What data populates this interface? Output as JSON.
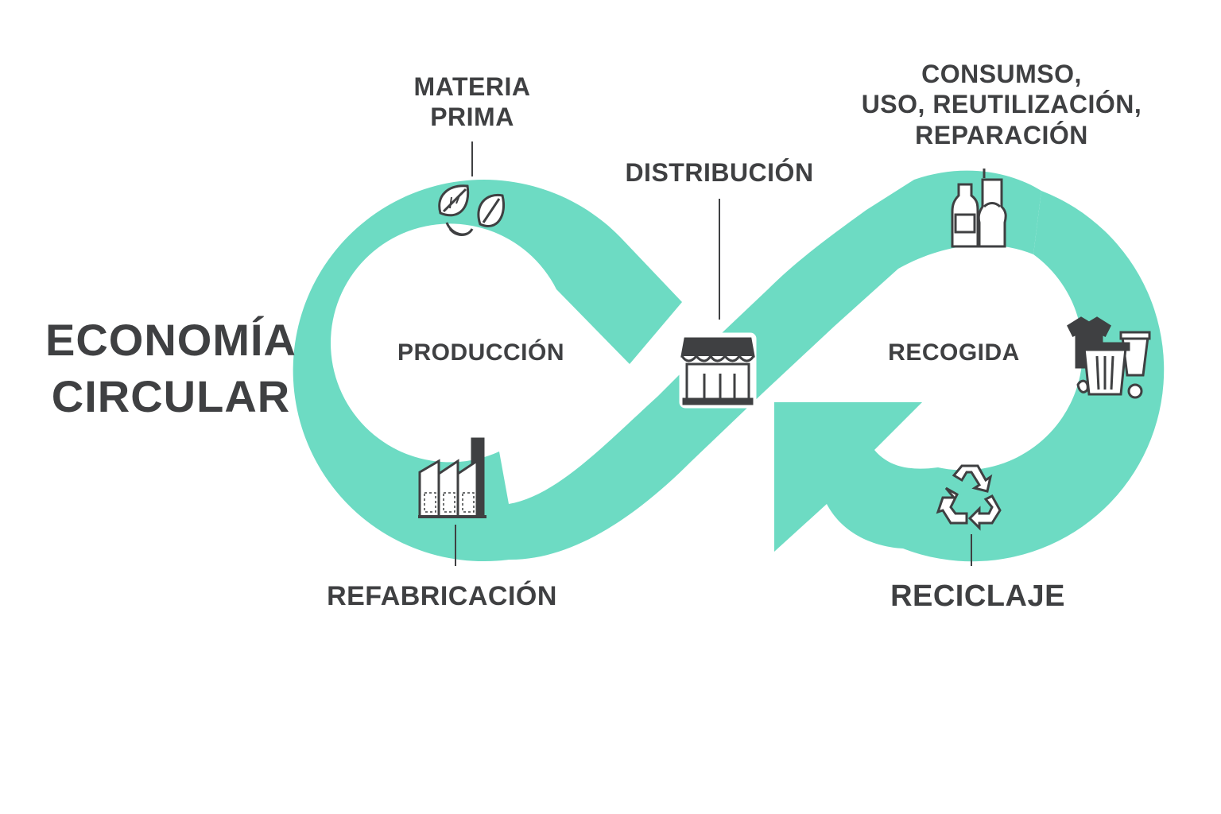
{
  "title": {
    "line1": "ECONOMÍA",
    "line2": "CIRCULAR"
  },
  "stages": {
    "materia_prima": {
      "line1": "MATERIA",
      "line2": "PRIMA"
    },
    "produccion": "PRODUCCIÓN",
    "distribucion": "DISTRIBUCIÓN",
    "consumo": {
      "line1": "CONSUMSO,",
      "line2": "USO, REUTILIZACIÓN,",
      "line3": "REPARACIÓN"
    },
    "recogida": "RECOGIDA",
    "reciclaje": "RECICLAJE",
    "refabricacion": "REFABRICACIÓN"
  },
  "icons": [
    "leaves-icon",
    "store-icon",
    "bottles-icon",
    "waste-bin-icon",
    "recycle-icon",
    "factory-icon"
  ],
  "colors": {
    "loop": "#6ddbc3",
    "text": "#3f4042",
    "background": "#ffffff"
  }
}
